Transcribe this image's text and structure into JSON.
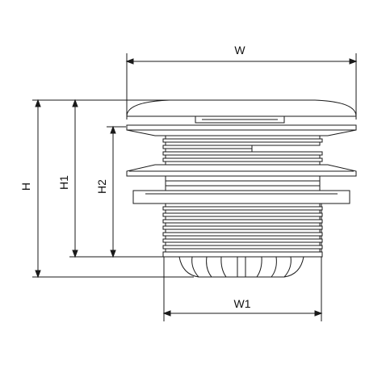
{
  "labels": {
    "w": "W",
    "w1": "W1",
    "h": "H",
    "h1": "H1",
    "h2": "H2"
  },
  "colors": {
    "stroke": "#1a1a1a",
    "background": "#ffffff"
  }
}
